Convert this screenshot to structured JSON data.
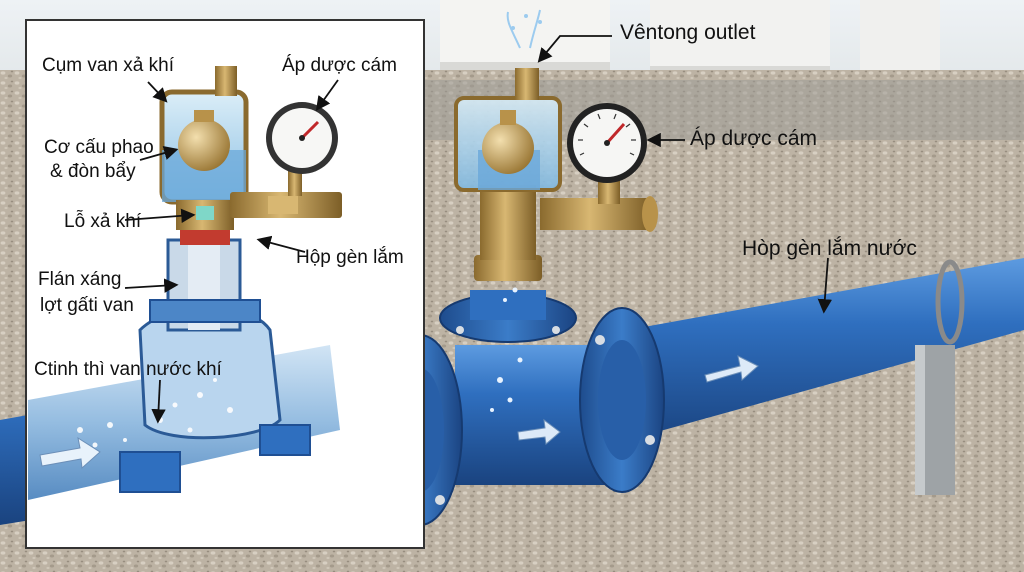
{
  "labels": {
    "vent_outlet": "Vêntong outlet",
    "gauge_right": "Áp dược cám",
    "pipe_right": "Hòp gèn lắm nước",
    "inset_air_valve": "Cụm van xả khí",
    "inset_gauge": "Áp dược cám",
    "inset_float_line1": "Cơ cấu phao",
    "inset_float_line2": "& đòn bẩy",
    "inset_orifice": "Lỗ xả khí",
    "inset_housing": "Hộp gèn lắm",
    "inset_flange_line1": "Flán xáng",
    "inset_flange_line2": "lợt gấti van",
    "inset_chamber": "Ctinh thì van nước khí"
  },
  "colors": {
    "pipe_blue": "#2f6fbf",
    "pipe_blue_dark": "#1f4f93",
    "brass": "#c9a35a",
    "brass_dark": "#8a6a2e",
    "gravel": "#bfb5a6",
    "sky": "#e9eef2"
  }
}
